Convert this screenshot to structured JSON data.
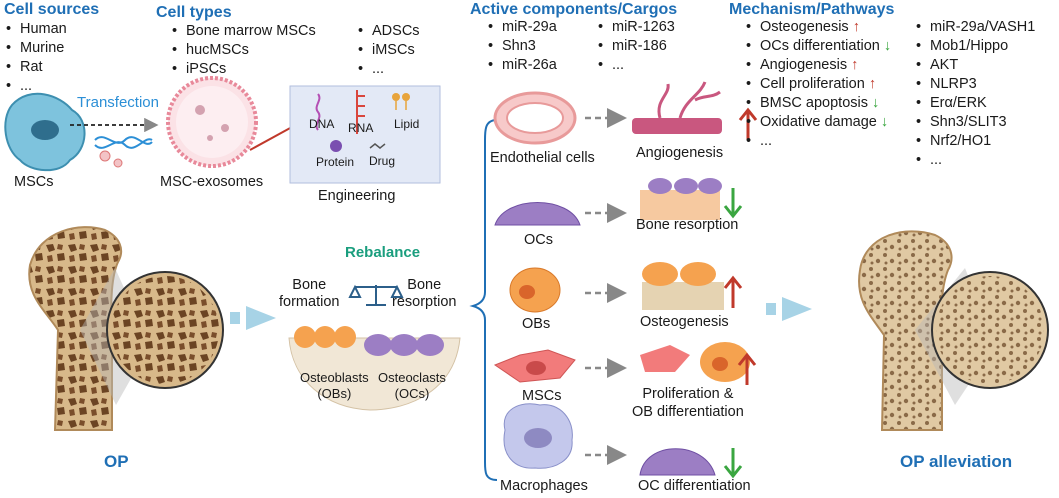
{
  "cell_sources": {
    "title": "Cell sources",
    "items": [
      "Human",
      "Murine",
      "Rat",
      "..."
    ]
  },
  "cell_types": {
    "title": "Cell types",
    "col1": [
      "Bone marrow MSCs",
      "hucMSCs",
      "iPSCs"
    ],
    "col2": [
      "ADSCs",
      "iMSCs",
      "..."
    ]
  },
  "active_components": {
    "title": "Active components/Cargos",
    "col1": [
      "miR-29a",
      "Shn3",
      "miR-26a"
    ],
    "col2": [
      "miR-1263",
      "miR-186",
      "..."
    ]
  },
  "mechanism": {
    "title": "Mechanism/Pathways",
    "effects": [
      {
        "label": "Osteogenesis",
        "dir": "up"
      },
      {
        "label": "OCs differentiation",
        "dir": "down"
      },
      {
        "label": "Angiogenesis",
        "dir": "up"
      },
      {
        "label": "Cell proliferation",
        "dir": "up"
      },
      {
        "label": "BMSC apoptosis",
        "dir": "down"
      },
      {
        "label": "Oxidative damage",
        "dir": "down"
      },
      {
        "label": "...",
        "dir": ""
      }
    ],
    "pathways": [
      "miR-29a/VASH1",
      "Mob1/Hippo",
      "AKT",
      "NLRP3",
      "Erα/ERK",
      "Shn3/SLIT3",
      "Nrf2/HO1",
      "..."
    ]
  },
  "labels": {
    "transfection": "Transfection",
    "mscs": "MSCs",
    "msc_exosomes": "MSC-exosomes",
    "engineering": "Engineering",
    "dna": "DNA",
    "rna": "RNA",
    "lipid": "Lipid",
    "protein": "Protein",
    "drug": "Drug",
    "rebalance": "Rebalance",
    "bone_formation": "Bone\nformation",
    "bone_resorption": "Bone\nresorption",
    "osteoblasts": "Osteoblasts\n(OBs)",
    "osteoclasts": "Osteoclasts\n(OCs)",
    "op": "OP",
    "op_alleviation": "OP alleviation"
  },
  "targets": [
    {
      "cell": "Endothelial cells",
      "effect": "Angiogenesis",
      "dir": "up"
    },
    {
      "cell": "OCs",
      "effect": "Bone resorption",
      "dir": "down"
    },
    {
      "cell": "OBs",
      "effect": "Osteogenesis",
      "dir": "up"
    },
    {
      "cell": "MSCs",
      "effect": "Proliferation &\nOB differentiation",
      "dir": "up"
    },
    {
      "cell": "Macrophages",
      "effect": "OC differentiation",
      "dir": "down"
    }
  ],
  "colors": {
    "heading_blue": "#1f6fb5",
    "rebalance_teal": "#1a9e7e",
    "arrow_up_red": "#c0392b",
    "arrow_down_green": "#3aa640"
  }
}
